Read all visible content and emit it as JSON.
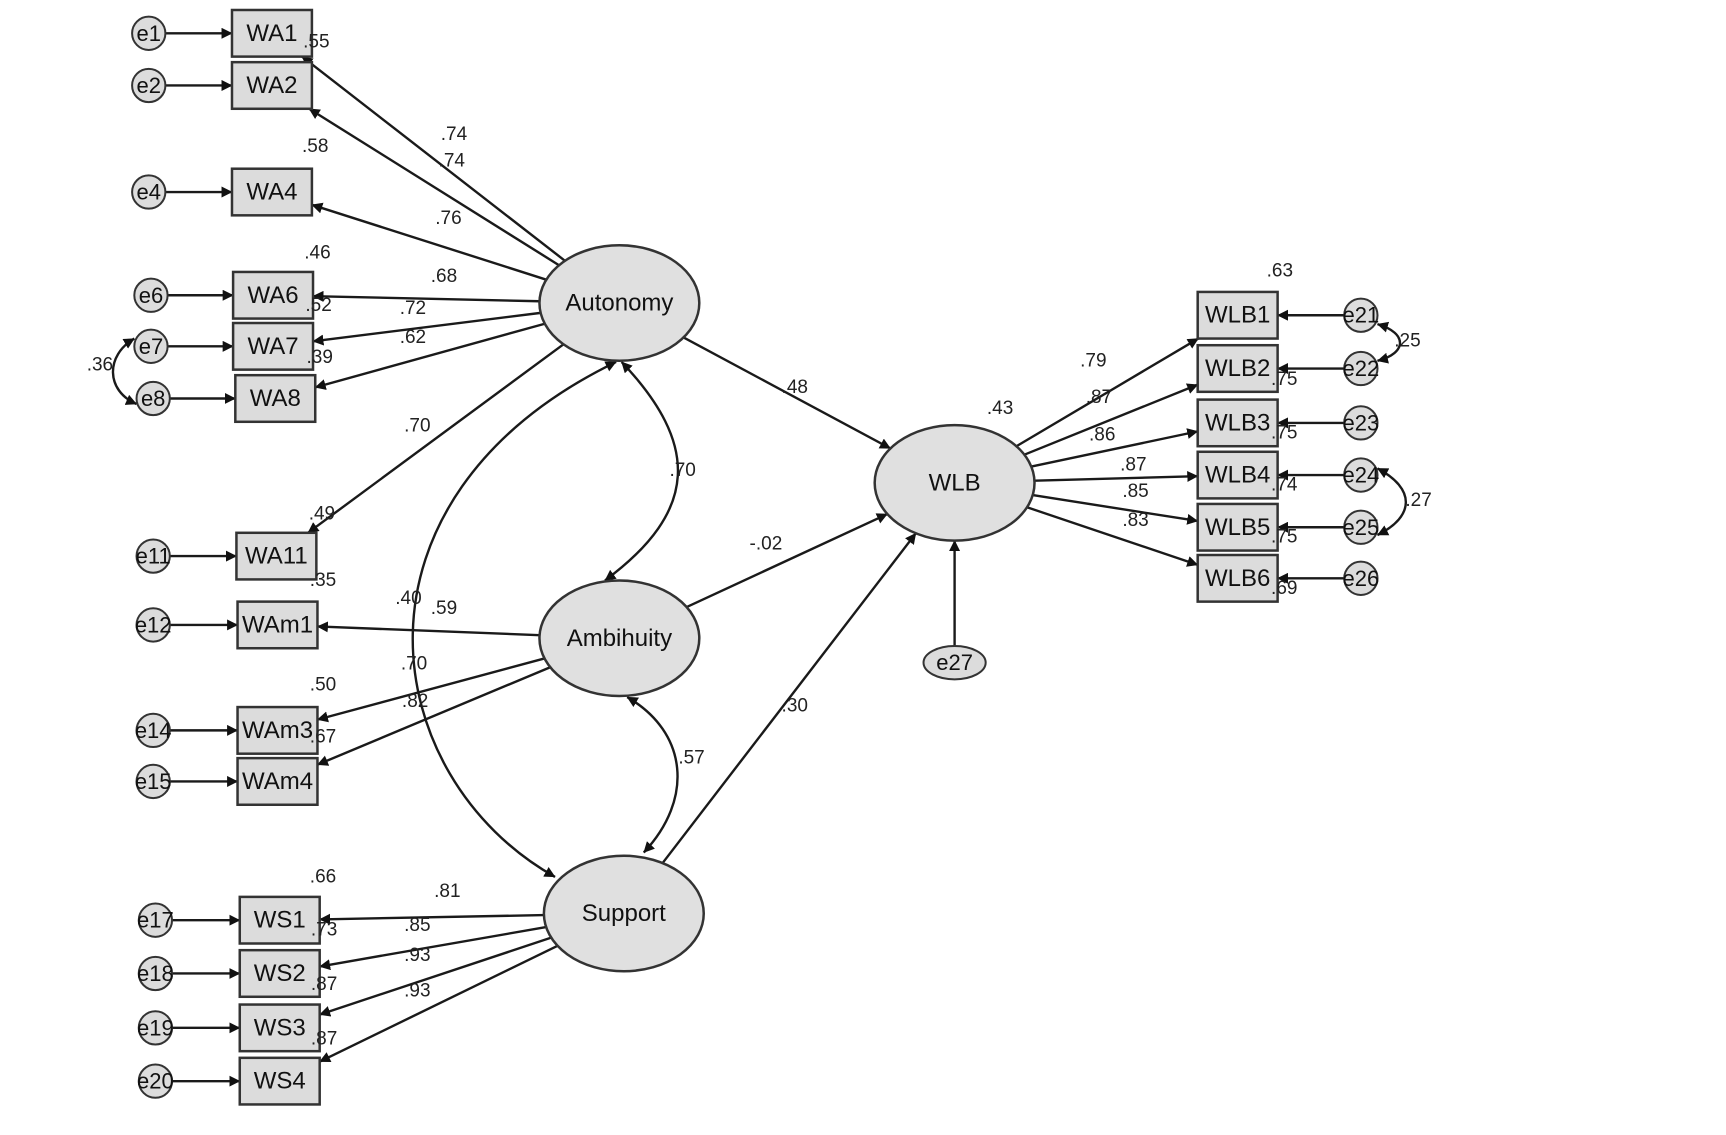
{
  "colors": {
    "box_fill": "#dcdcdc",
    "stroke": "#333333",
    "background": "#ffffff"
  },
  "latents": [
    {
      "id": "Autonomy",
      "label": "Autonomy"
    },
    {
      "id": "Ambihuity",
      "label": "Ambihuity"
    },
    {
      "id": "Support",
      "label": "Support"
    },
    {
      "id": "WLB",
      "label": "WLB"
    }
  ],
  "observed": [
    {
      "id": "WA1",
      "label": "WA1"
    },
    {
      "id": "WA2",
      "label": "WA2"
    },
    {
      "id": "WA4",
      "label": "WA4"
    },
    {
      "id": "WA6",
      "label": "WA6"
    },
    {
      "id": "WA7",
      "label": "WA7"
    },
    {
      "id": "WA8",
      "label": "WA8"
    },
    {
      "id": "WA11",
      "label": "WA11"
    },
    {
      "id": "WAm1",
      "label": "WAm1"
    },
    {
      "id": "WAm3",
      "label": "WAm3"
    },
    {
      "id": "WAm4",
      "label": "WAm4"
    },
    {
      "id": "WS1",
      "label": "WS1"
    },
    {
      "id": "WS2",
      "label": "WS2"
    },
    {
      "id": "WS3",
      "label": "WS3"
    },
    {
      "id": "WS4",
      "label": "WS4"
    },
    {
      "id": "WLB1",
      "label": "WLB1"
    },
    {
      "id": "WLB2",
      "label": "WLB2"
    },
    {
      "id": "WLB3",
      "label": "WLB3"
    },
    {
      "id": "WLB4",
      "label": "WLB4"
    },
    {
      "id": "WLB5",
      "label": "WLB5"
    },
    {
      "id": "WLB6",
      "label": "WLB6"
    }
  ],
  "errors": [
    {
      "id": "e1",
      "label": "e1"
    },
    {
      "id": "e2",
      "label": "e2"
    },
    {
      "id": "e4",
      "label": "e4"
    },
    {
      "id": "e6",
      "label": "e6"
    },
    {
      "id": "e7",
      "label": "e7"
    },
    {
      "id": "e8",
      "label": "e8"
    },
    {
      "id": "e11",
      "label": "e11"
    },
    {
      "id": "e12",
      "label": "e12"
    },
    {
      "id": "e14",
      "label": "e14"
    },
    {
      "id": "e15",
      "label": "e15"
    },
    {
      "id": "e17",
      "label": "e17"
    },
    {
      "id": "e18",
      "label": "e18"
    },
    {
      "id": "e19",
      "label": "e19"
    },
    {
      "id": "e20",
      "label": "e20"
    },
    {
      "id": "e21",
      "label": "e21"
    },
    {
      "id": "e22",
      "label": "e22"
    },
    {
      "id": "e23",
      "label": "e23"
    },
    {
      "id": "e24",
      "label": "e24"
    },
    {
      "id": "e25",
      "label": "e25"
    },
    {
      "id": "e26",
      "label": "e26"
    },
    {
      "id": "e27",
      "label": "e27"
    }
  ],
  "loadings": [
    {
      "from": "Autonomy",
      "to": "WA1",
      "value": ".74"
    },
    {
      "from": "Autonomy",
      "to": "WA2",
      "value": ".74"
    },
    {
      "from": "Autonomy",
      "to": "WA4",
      "value": ".76"
    },
    {
      "from": "Autonomy",
      "to": "WA6",
      "value": ".68"
    },
    {
      "from": "Autonomy",
      "to": "WA7",
      "value": ".72"
    },
    {
      "from": "Autonomy",
      "to": "WA8",
      "value": ".62"
    },
    {
      "from": "Autonomy",
      "to": "WA11",
      "value": ".70"
    },
    {
      "from": "Ambihuity",
      "to": "WAm1",
      "value": ".59"
    },
    {
      "from": "Ambihuity",
      "to": "WAm3",
      "value": ".70"
    },
    {
      "from": "Ambihuity",
      "to": "WAm4",
      "value": ".82"
    },
    {
      "from": "Support",
      "to": "WS1",
      "value": ".81"
    },
    {
      "from": "Support",
      "to": "WS2",
      "value": ".85"
    },
    {
      "from": "Support",
      "to": "WS3",
      "value": ".93"
    },
    {
      "from": "Support",
      "to": "WS4",
      "value": ".93"
    },
    {
      "from": "WLB",
      "to": "WLB1",
      "value": ".79"
    },
    {
      "from": "WLB",
      "to": "WLB2",
      "value": ".87"
    },
    {
      "from": "WLB",
      "to": "WLB3",
      "value": ".86"
    },
    {
      "from": "WLB",
      "to": "WLB4",
      "value": ".87"
    },
    {
      "from": "WLB",
      "to": "WLB5",
      "value": ".85"
    },
    {
      "from": "WLB",
      "to": "WLB6",
      "value": ".83"
    }
  ],
  "structural_paths": [
    {
      "from": "Autonomy",
      "to": "WLB",
      "value": ".48"
    },
    {
      "from": "Ambihuity",
      "to": "WLB",
      "value": "-.02"
    },
    {
      "from": "Support",
      "to": "WLB",
      "value": ".30"
    }
  ],
  "correlations": [
    {
      "between": [
        "Autonomy",
        "Ambihuity"
      ],
      "value": ".70"
    },
    {
      "between": [
        "Ambihuity",
        "Support"
      ],
      "value": ".57"
    },
    {
      "between": [
        "Autonomy",
        "Support"
      ],
      "value": ".40"
    },
    {
      "between": [
        "e7",
        "e8"
      ],
      "value": ".36"
    },
    {
      "between": [
        "e21",
        "e22"
      ],
      "value": ".25"
    },
    {
      "between": [
        "e24",
        "e25"
      ],
      "value": ".27"
    }
  ],
  "r_squared": [
    {
      "var": "WA1",
      "value": ".55"
    },
    {
      "var": "WA4",
      "value": ".58"
    },
    {
      "var": "WA6",
      "value": ".46"
    },
    {
      "var": "WA7",
      "value": ".52"
    },
    {
      "var": "WA8",
      "value": ".39"
    },
    {
      "var": "WA11",
      "value": ".49"
    },
    {
      "var": "WAm1",
      "value": ".35"
    },
    {
      "var": "WAm3",
      "value": ".50"
    },
    {
      "var": "WAm4",
      "value": ".67"
    },
    {
      "var": "WS1",
      "value": ".66"
    },
    {
      "var": "WS2",
      "value": ".73"
    },
    {
      "var": "WS3",
      "value": ".87"
    },
    {
      "var": "WS4",
      "value": ".87"
    },
    {
      "var": "WLB",
      "value": ".43"
    },
    {
      "var": "WLB1",
      "value": ".63"
    },
    {
      "var": "WLB2",
      "value": ".75"
    },
    {
      "var": "WLB3",
      "value": ".75"
    },
    {
      "var": "WLB4",
      "value": ".74"
    },
    {
      "var": "WLB5",
      "value": ".75"
    },
    {
      "var": "WLB6",
      "value": ".69"
    }
  ]
}
